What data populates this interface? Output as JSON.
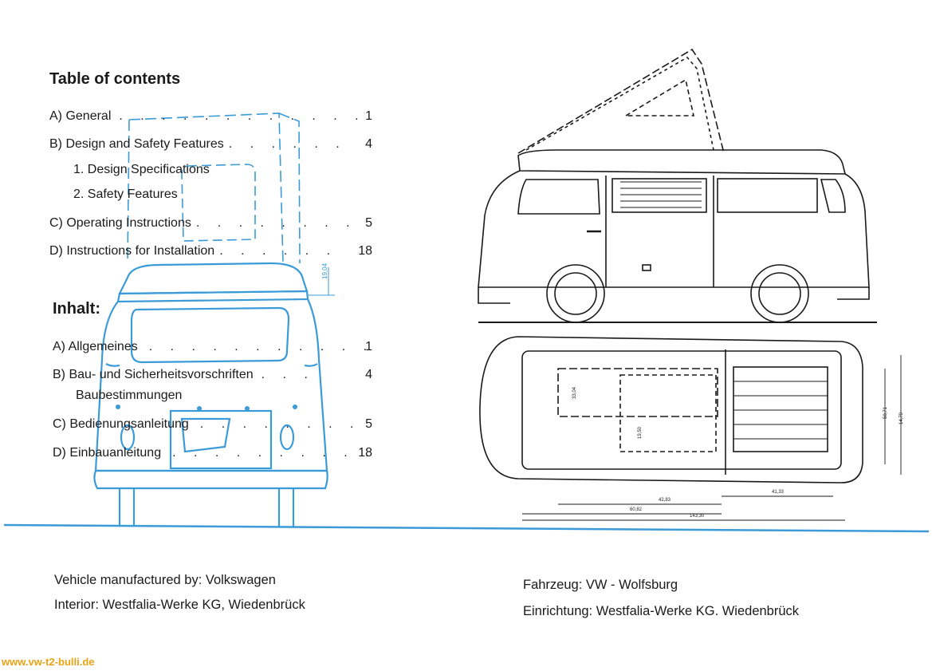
{
  "contents": {
    "heading": "Table of contents",
    "items": [
      {
        "label": "A) General",
        "page": "1"
      },
      {
        "label": "B) Design and Safety Features",
        "page": "4"
      },
      {
        "label": "1. Design Specifications",
        "page": ""
      },
      {
        "label": "2. Safety Features",
        "page": ""
      },
      {
        "label": "C) Operating Instructions",
        "page": "5"
      },
      {
        "label": "D) Instructions for Installation",
        "page": "18"
      }
    ]
  },
  "inhalt": {
    "heading": "Inhalt:",
    "items": [
      {
        "label": "A) Allgemeines",
        "page": "1"
      },
      {
        "label": "B) Bau- und Sicherheitsvorschriften",
        "page": "4"
      },
      {
        "label": "Baubestimmungen",
        "page": ""
      },
      {
        "label": "C) Bedienungsanleitung",
        "page": "5"
      },
      {
        "label": "D) Einbauanleitung",
        "page": "18"
      }
    ]
  },
  "footer_en": {
    "line1": "Vehicle manufactured by: Volkswagen",
    "line2": "Interior: Westfalia-Werke KG, Wiedenbrück"
  },
  "footer_de": {
    "line1": "Fahrzeug: VW - Wolfsburg",
    "line2": "Einrichtung: Westfalia-Werke KG. Wiedenbrück"
  },
  "drawing_labels": {
    "roof_height": "19,04",
    "top_left_dim": "33,04",
    "mid_dim": "19,50",
    "width_a": "50,71",
    "width_b": "14,79",
    "len_a": "42,83",
    "len_b": "41,33",
    "len_c": "60,82",
    "len_total": "143,30"
  },
  "watermark": "www.vw-t2-bulli.de",
  "colors": {
    "blue": "#3a9bd8",
    "ink": "#1a1a1a",
    "watermark": "#e8a317"
  }
}
